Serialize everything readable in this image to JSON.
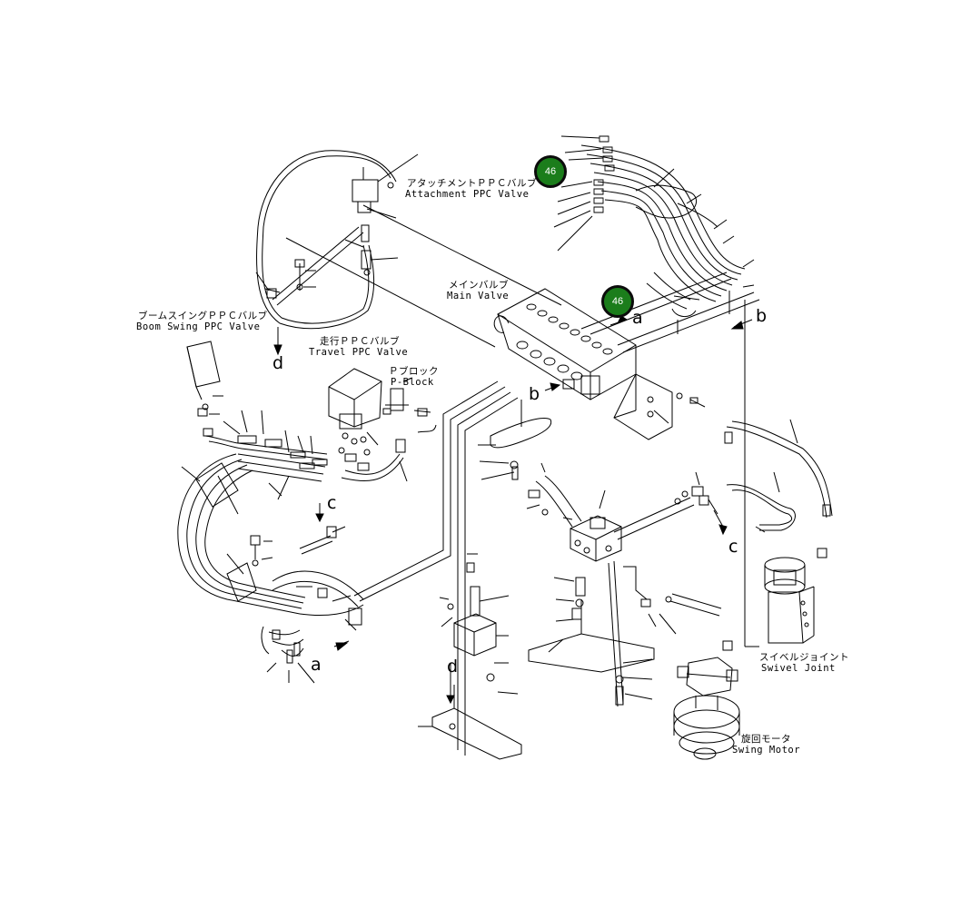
{
  "labels": {
    "attachment_jp": "アタッチメントＰＰＣバルブ",
    "attachment_en": "Attachment PPC Valve",
    "main_jp": "メインバルブ",
    "main_en": "Main Valve",
    "boom_jp": "ブームスイングＰＰＣバルブ",
    "boom_en": "Boom Swing PPC Valve",
    "travel_jp": "走行ＰＰＣバルブ",
    "travel_en": "Travel PPC Valve",
    "pblock_jp": "Ｐブロック",
    "pblock_en": "P-Block",
    "swivel_jp": "スイベルジョイント",
    "swivel_en": "Swivel Joint",
    "swing_jp": "旋回モータ",
    "swing_en": "Swing Motor"
  },
  "letters": {
    "a": "a",
    "b": "b",
    "c": "c",
    "d": "d"
  },
  "callouts": {
    "first": "46",
    "second": "46"
  },
  "colors": {
    "callout_fill": "#1b7d1b",
    "line": "#000000"
  }
}
